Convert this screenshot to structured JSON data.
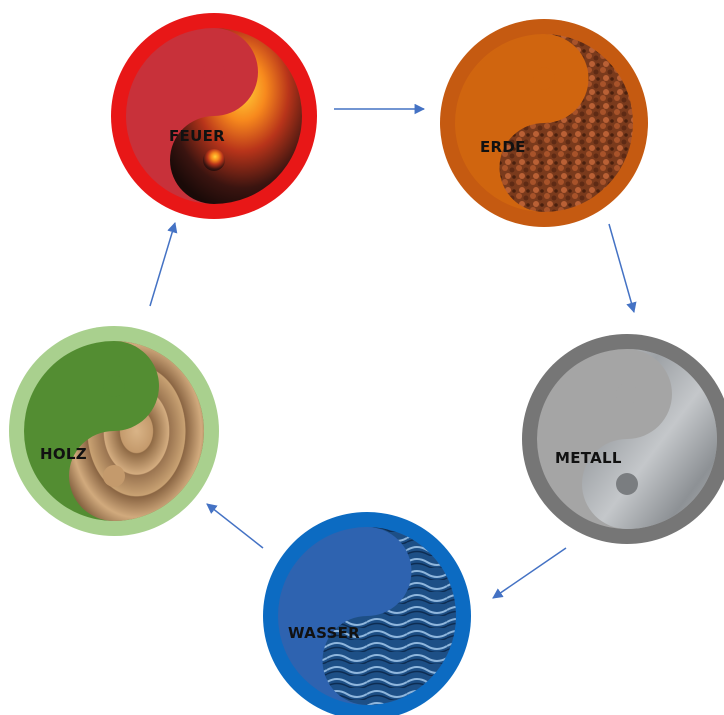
{
  "diagram": {
    "type": "cycle",
    "elements": [
      {
        "id": "feuer",
        "label": "FEUER",
        "ring_color": "#e81717",
        "face_color": "#c8313a",
        "texture": "fire-flames-texture"
      },
      {
        "id": "erde",
        "label": "ERDE",
        "ring_color": "#c55a11",
        "face_color": "#d0650f",
        "texture": "soil-texture"
      },
      {
        "id": "metall",
        "label": "METALL",
        "ring_color": "#767676",
        "face_color": "#a5a5a5",
        "texture": "brushed-metal-texture"
      },
      {
        "id": "wasser",
        "label": "WASSER",
        "ring_color": "#0c6bc2",
        "face_color": "#2e63b0",
        "texture": "water-ripple-texture"
      },
      {
        "id": "holz",
        "label": "HOLZ",
        "ring_color": "#a9d08e",
        "face_color": "#538d32",
        "texture": "wood-grain-texture"
      }
    ],
    "arrow_color": "#4472c4",
    "connections": [
      {
        "from": "feuer",
        "to": "erde"
      },
      {
        "from": "erde",
        "to": "metall"
      },
      {
        "from": "metall",
        "to": "wasser"
      },
      {
        "from": "wasser",
        "to": "holz"
      },
      {
        "from": "holz",
        "to": "feuer"
      }
    ]
  }
}
